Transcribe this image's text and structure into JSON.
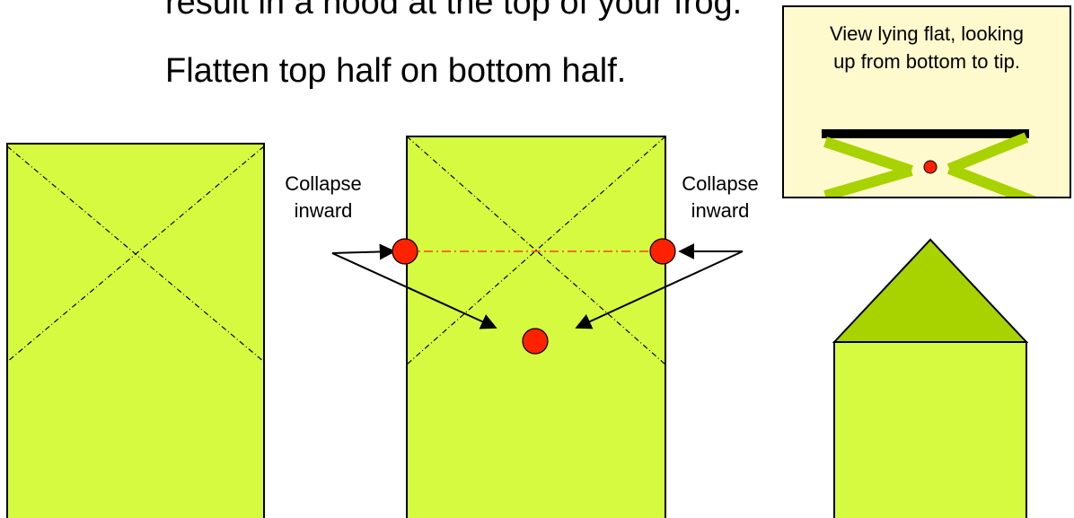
{
  "instructions": {
    "line1": "result in a hood at the top of your frog.",
    "line2": "Flatten top half on bottom half."
  },
  "labels": {
    "left_line1": "Collapse",
    "left_line2": "inward",
    "right_line1": "Collapse",
    "right_line2": "inward"
  },
  "inset": {
    "line1": "View lying flat, looking",
    "line2": "up from bottom to tip."
  },
  "colors": {
    "paper_fill": "#d6fa3f",
    "hood_fill": "#a8d200",
    "crease": "#000000",
    "point_fill": "#ff2200",
    "inset_bg": "#fffacd",
    "inset_sides": "#a8d200"
  }
}
